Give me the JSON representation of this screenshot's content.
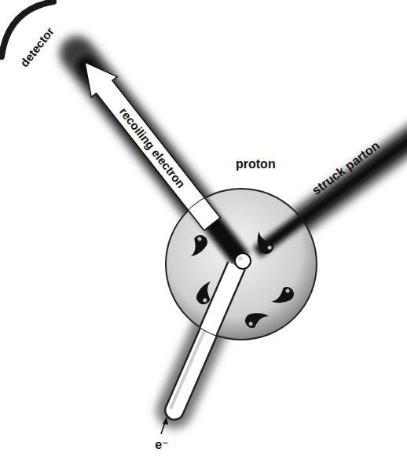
{
  "diagram": {
    "nodes": [
      {
        "text": [
          "proton"
        ]
      }
    ],
    "labels": [
      "detector",
      "recoiling electron",
      "struck parton",
      "e⁻"
    ]
  }
}
